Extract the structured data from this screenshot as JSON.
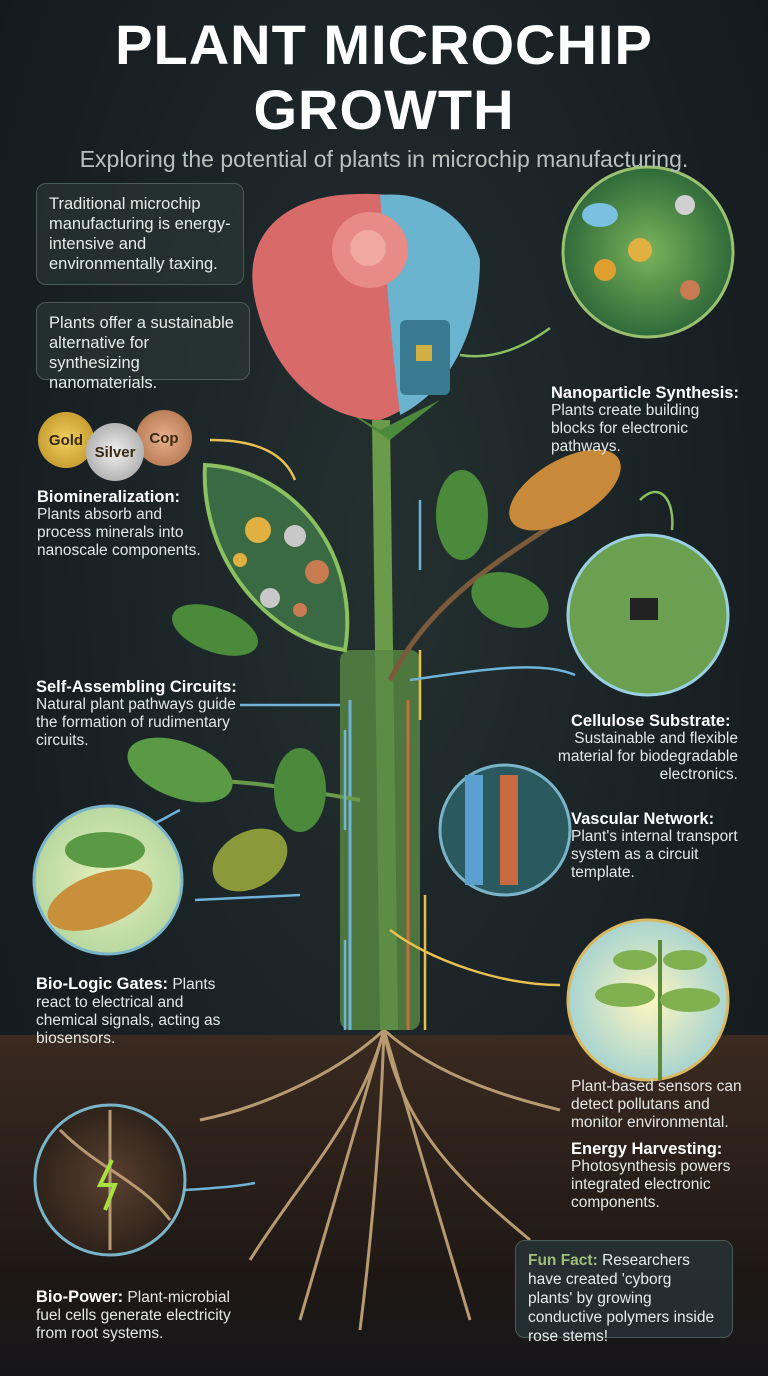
{
  "header": {
    "title": "PLANT MICROCHIP GROWTH",
    "subtitle": "Exploring the potential of plants in microchip manufacturing."
  },
  "intro": [
    "Traditional microchip manufacturing is energy-intensive and environmentally taxing.",
    "Plants offer a sustainable alternative for synthesizing nanomaterials."
  ],
  "coins": [
    "Gold",
    "Silver",
    "Cop"
  ],
  "sections": {
    "biomineralization": {
      "title": "Biomineralization:",
      "text": "Plants absorb and process minerals into nanoscale components."
    },
    "nanoparticle": {
      "title": "Nanoparticle Synthesis:",
      "text": "Plants create building blocks for electronic pathways."
    },
    "self_assembling": {
      "title": "Self-Assembling Circuits:",
      "text": "Natural plant pathways guide the formation of rudimentary circuits."
    },
    "cellulose": {
      "title": "Cellulose Substrate:",
      "text": "Sustainable and flexible material for biodegradable electronics."
    },
    "vascular": {
      "title": "Vascular Network:",
      "text": "Plant's internal transport system as a circuit template."
    },
    "bio_logic": {
      "title": "Bio-Logic Gates:",
      "text": "Plants react to electrical and chemical signals, acting as biosensors."
    },
    "sensors": {
      "text": "Plant-based sensors can detect pollutans and monitor environmental."
    },
    "energy": {
      "title": "Energy Harvesting:",
      "text": "Photosynthesis powers integrated electronic components."
    },
    "bio_power": {
      "title": "Bio-Power:",
      "text": "Plant-microbial fuel cells generate electricity from root systems."
    }
  },
  "fun_fact": {
    "label": "Fun Fact:",
    "text": "Researchers have created 'cyborg plants' by growing conductive polymers inside rose stems!"
  },
  "colors": {
    "accent_green": "#9dbf7a",
    "arrow_blue": "#6fb4d8",
    "arrow_yellow": "#e8c050",
    "rose": "#d96a6a",
    "background": "#1a2226"
  }
}
